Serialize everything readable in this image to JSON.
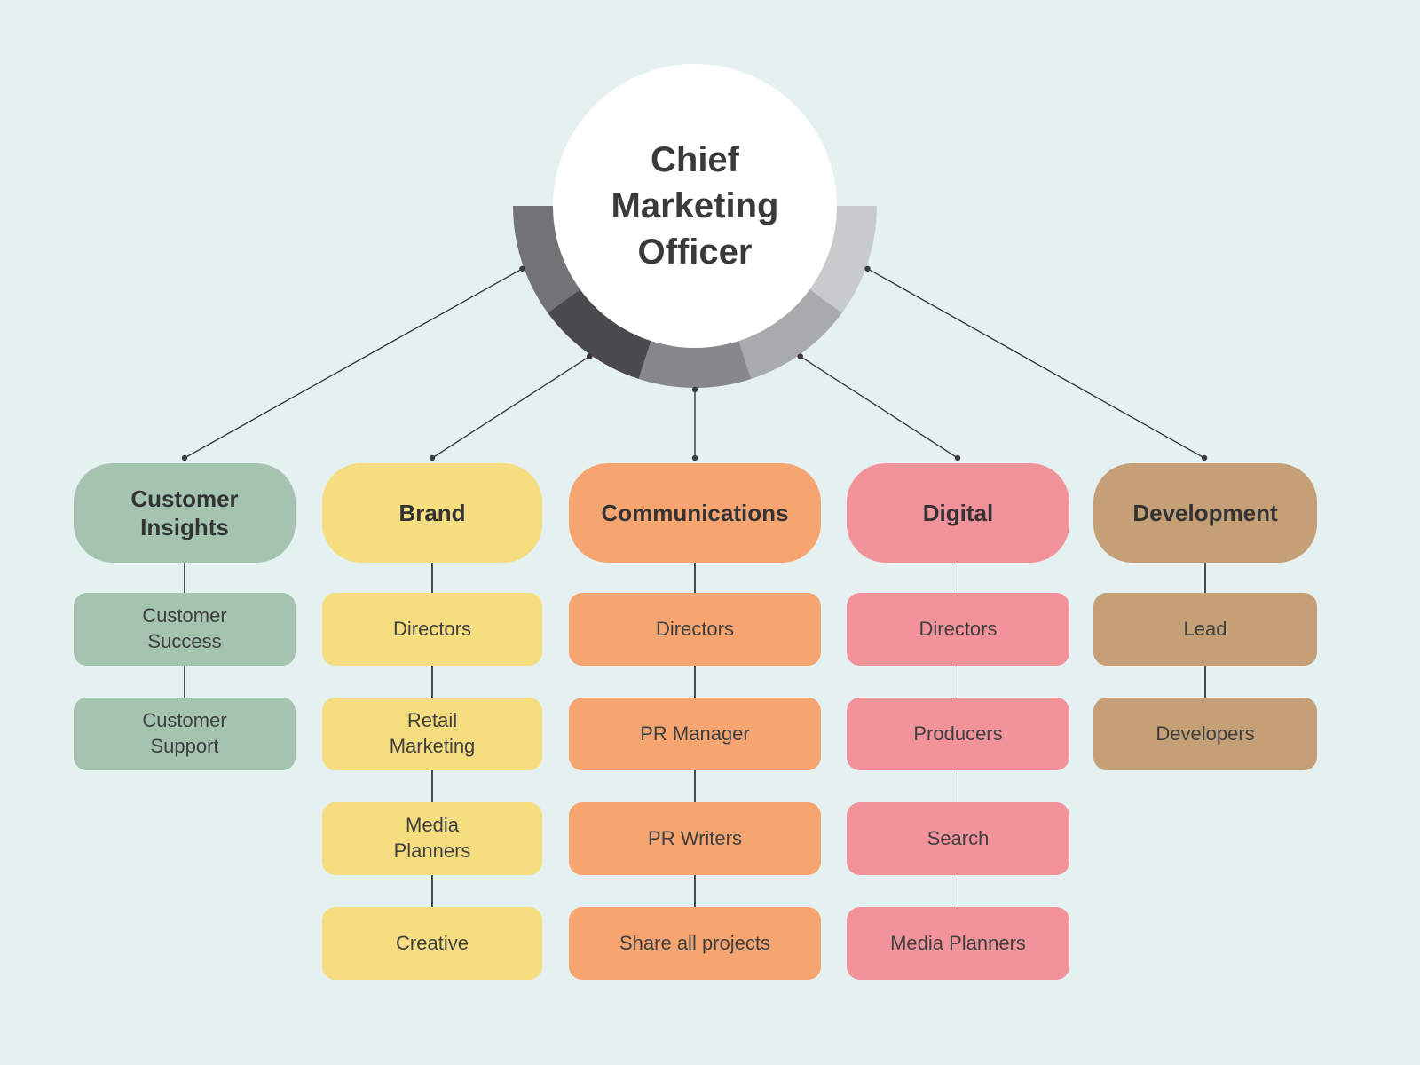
{
  "root": {
    "title": "Chief Marketing Officer"
  },
  "columns": [
    {
      "label": "Customer Insights",
      "color": "#a4c4b0",
      "items": [
        "Customer Success",
        "Customer Support"
      ]
    },
    {
      "label": "Brand",
      "color": "#f6dd80",
      "items": [
        "Directors",
        "Retail Marketing",
        "Media Planners",
        "Creative"
      ]
    },
    {
      "label": "Communications",
      "color": "#f6a571",
      "items": [
        "Directors",
        "PR Manager",
        "PR Writers",
        "Share all projects"
      ]
    },
    {
      "label": "Digital",
      "color": "#f2939b",
      "items": [
        "Directors",
        "Producers",
        "Search",
        "Media Planners"
      ]
    },
    {
      "label": "Development",
      "color": "#c5a077",
      "items": [
        "Lead",
        "Developers"
      ]
    }
  ],
  "decoration": {
    "background": "#e5f0f0",
    "line_color": "#3a3a3a",
    "arc_segment_colors": [
      "#737377",
      "#4b4b4f",
      "#88888c",
      "#a8aaac",
      "#c8cbcc"
    ]
  }
}
